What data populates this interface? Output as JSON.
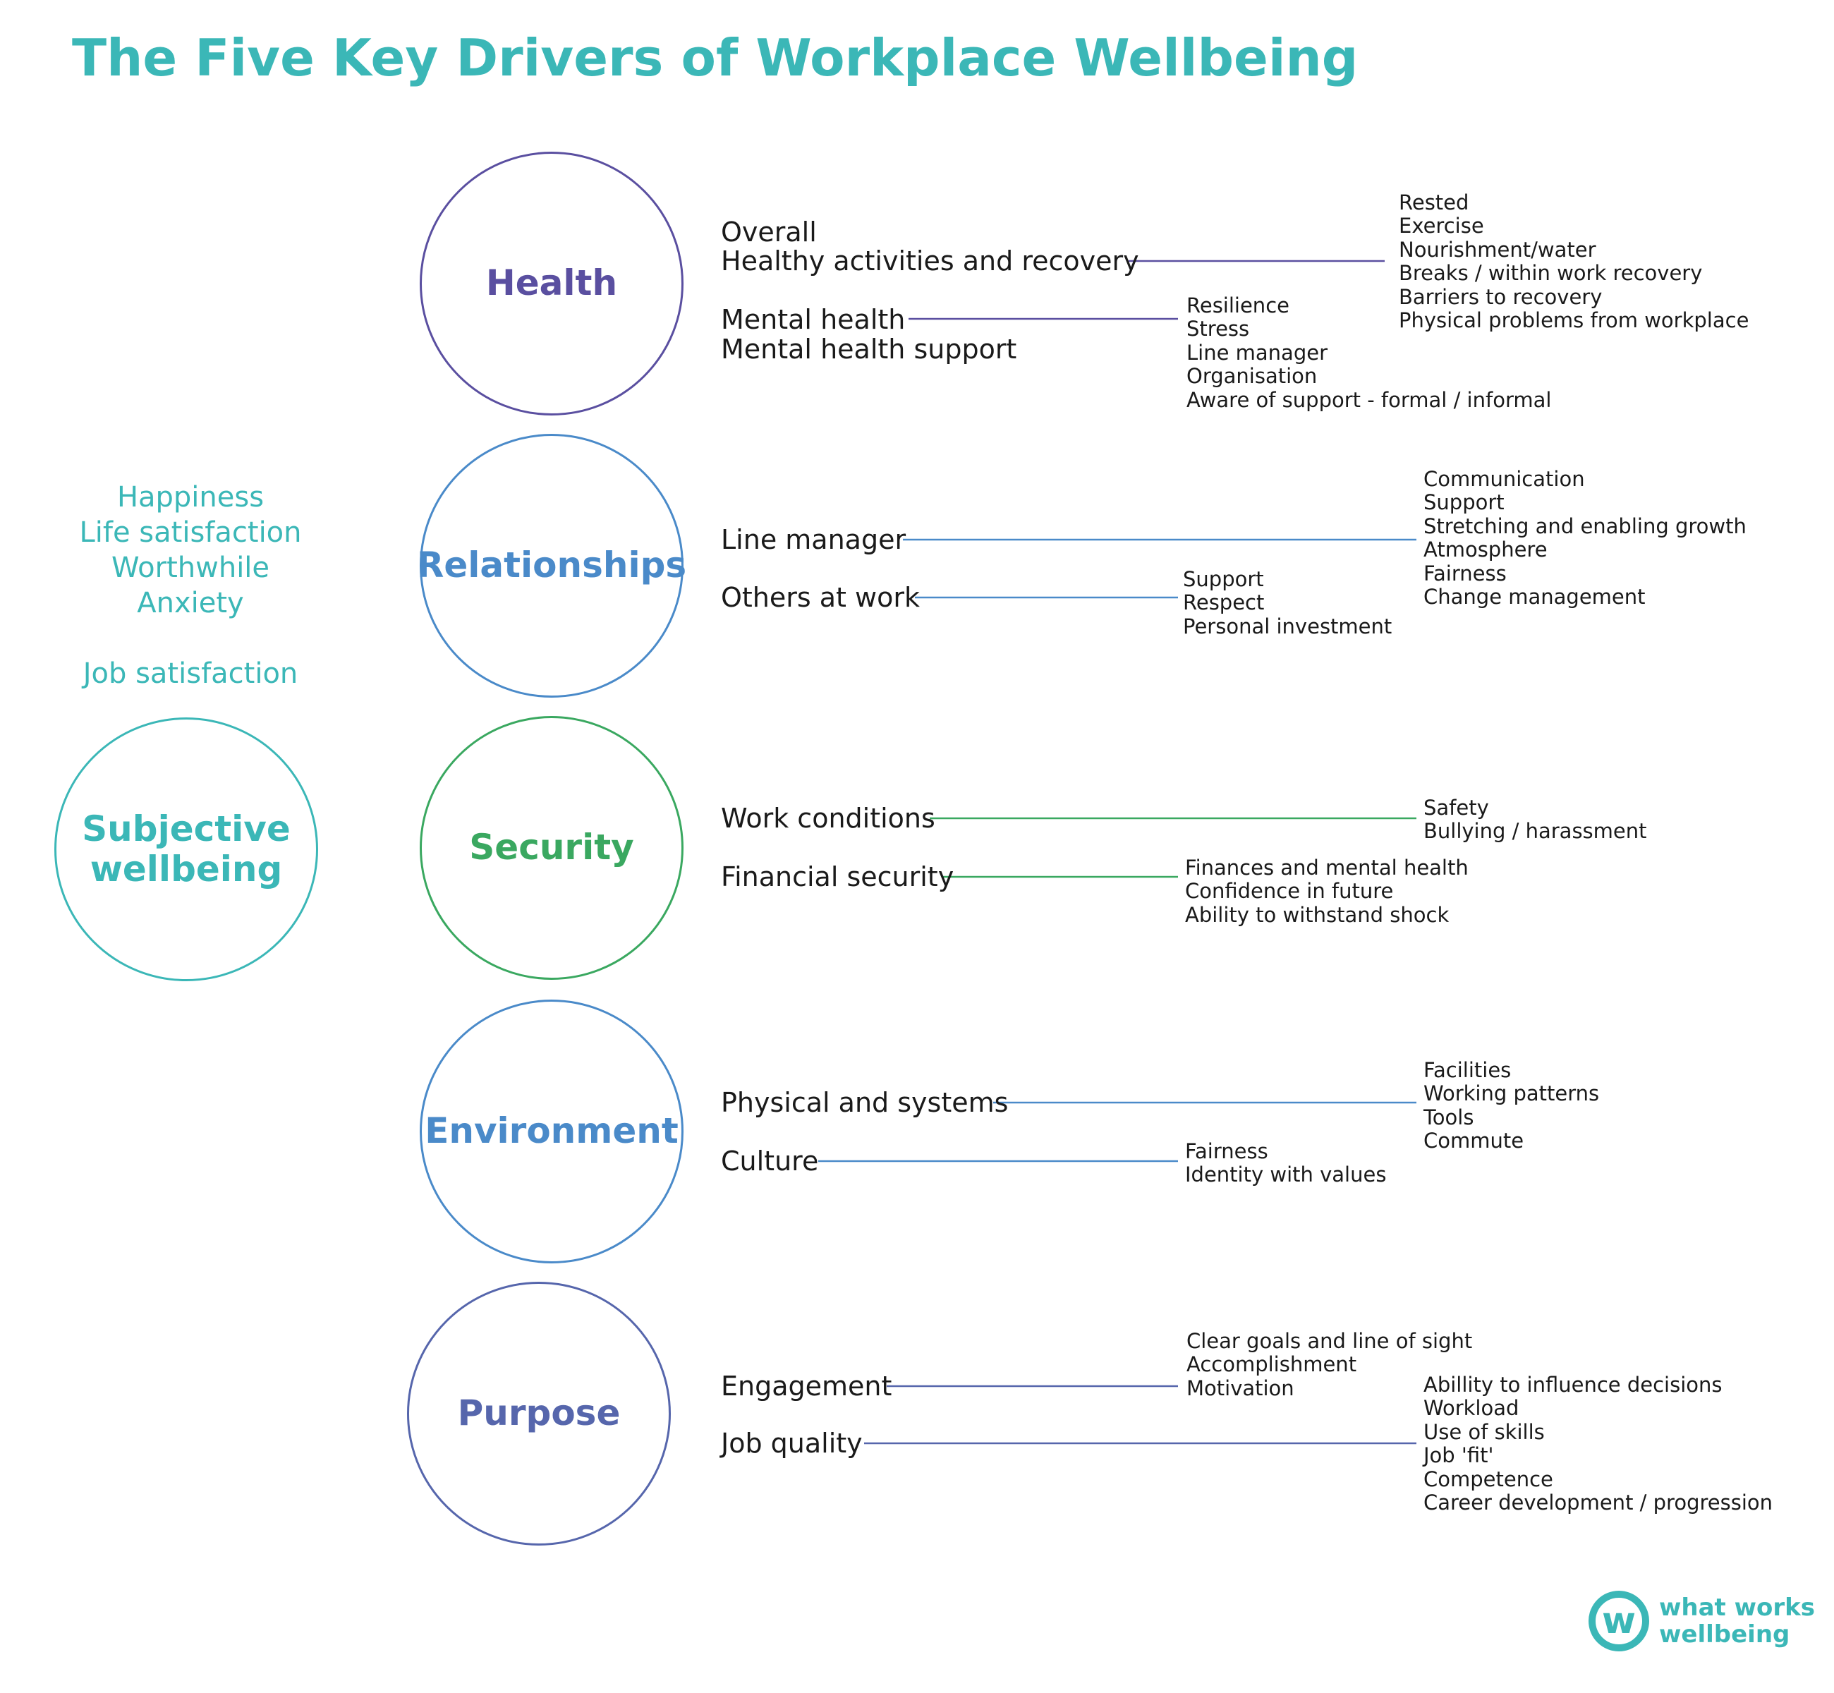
{
  "title": "The Five Key Drivers of Workplace Wellbeing",
  "subjective": {
    "label": "Subjective wellbeing",
    "indicators": [
      "Happiness",
      "Life satisfaction",
      "Worthwhile",
      "Anxiety"
    ],
    "job_indicator": "Job satisfaction"
  },
  "colors": {
    "teal": "#3bb7b7",
    "health": "#5a4fa0",
    "relationships": "#4a8ac9",
    "security": "#3aa860",
    "environment": "#4a8ac9",
    "purpose": "#5666ac"
  },
  "drivers": [
    {
      "name": "Health",
      "items": [
        {
          "label": "Overall"
        },
        {
          "label": "Healthy activities and recovery",
          "details": [
            "Rested",
            "Exercise",
            "Nourishment/water",
            "Breaks / within work recovery",
            "Barriers to recovery",
            "Physical problems from workplace"
          ]
        },
        {
          "label": "Mental health",
          "details": [
            "Resilience",
            "Stress",
            "Line manager",
            "Organisation",
            "Aware of support - formal / informal"
          ]
        },
        {
          "label": "Mental health support"
        }
      ]
    },
    {
      "name": "Relationships",
      "items": [
        {
          "label": "Line manager",
          "details": [
            "Communication",
            "Support",
            "Stretching and enabling growth",
            "Atmosphere",
            "Fairness",
            "Change management"
          ]
        },
        {
          "label": "Others at work",
          "details": [
            "Support",
            "Respect",
            "Personal investment"
          ]
        }
      ]
    },
    {
      "name": "Security",
      "items": [
        {
          "label": "Work conditions",
          "details": [
            "Safety",
            "Bullying / harassment"
          ]
        },
        {
          "label": "Financial security",
          "details": [
            "Finances and mental health",
            "Confidence in future",
            "Ability to withstand shock"
          ]
        }
      ]
    },
    {
      "name": "Environment",
      "items": [
        {
          "label": "Physical and systems",
          "details": [
            "Facilities",
            "Working patterns",
            "Tools",
            "Commute"
          ]
        },
        {
          "label": "Culture",
          "details": [
            "Fairness",
            "Identity with values"
          ]
        }
      ]
    },
    {
      "name": "Purpose",
      "items": [
        {
          "label": "Engagement",
          "details": [
            "Clear goals and line of sight",
            "Accomplishment",
            "Motivation"
          ]
        },
        {
          "label": "Job quality",
          "details": [
            "Abillity to influence decisions",
            "Workload",
            "Use of skills",
            "Job 'fit'",
            "Competence",
            "Career development / progression"
          ]
        }
      ]
    }
  ],
  "logo": {
    "line1": "what works",
    "line2": "wellbeing",
    "mark": "w"
  }
}
